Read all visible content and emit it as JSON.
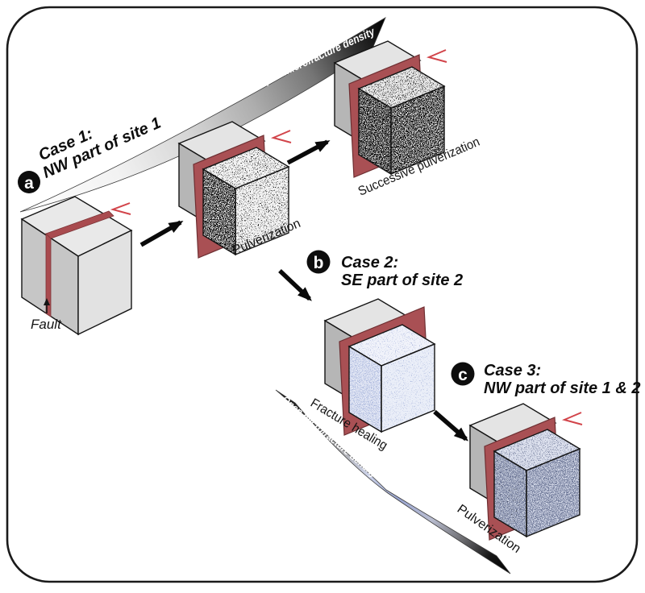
{
  "figure": {
    "panel_labels": {
      "a": "a",
      "b": "b",
      "c": "c"
    },
    "cases": {
      "case1": {
        "title": "Case 1:",
        "subtitle": "NW part of site 1"
      },
      "case2": {
        "title": "Case 2:",
        "subtitle": "SE part of site 2"
      },
      "case3": {
        "title": "Case 3:",
        "subtitle": "NW part of site 1 & 2"
      }
    },
    "gradient_bars": {
      "top": {
        "label": "Open microfracture density"
      },
      "bottom": {
        "label": "Open microfracture density"
      }
    },
    "stage_labels": {
      "fault": "Fault",
      "pulverization_case1": "Pulverization",
      "successive_pulverization": "Successive pulverization",
      "fracture_healing": "Fracture healing",
      "pulverization_case3": "Pulverization"
    },
    "colors": {
      "fault_plane": "#a95054",
      "fault_plane_edge": "#6e2f32",
      "slip_mark_red": "#d2444a",
      "healed_speckle_blue": "#6e80bd",
      "cube_top_gray": "#e9e9e9",
      "cube_left_gray": "#c6c6c6",
      "cube_right_gray": "#e2e2e2",
      "border": "#1a1a1a",
      "background": "#ffffff"
    }
  }
}
